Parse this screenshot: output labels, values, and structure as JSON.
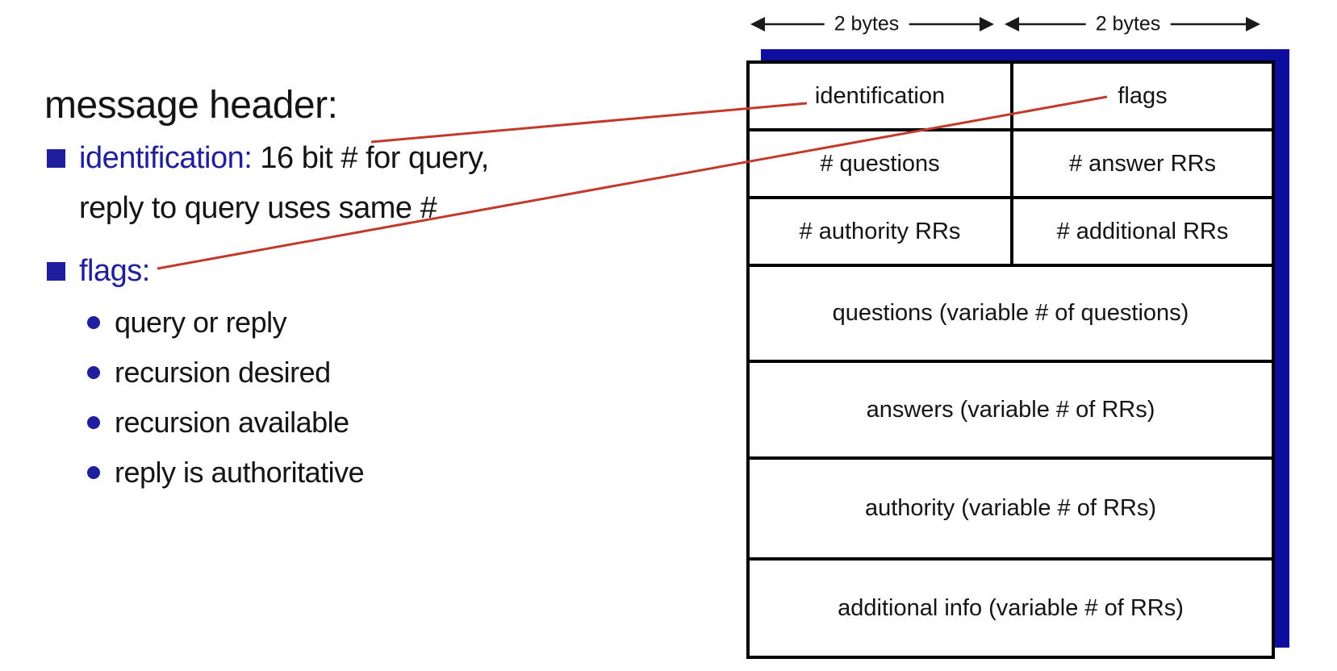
{
  "slide": {
    "title": "message header:",
    "bullets": {
      "identification": {
        "term": "identification:",
        "rest": " 16 bit # for query,",
        "continuation": "reply to query uses same #"
      },
      "flags": {
        "term": "flags:"
      }
    },
    "sub_bullets": [
      "query or reply",
      "recursion desired",
      "recursion available",
      "reply is authoritative"
    ]
  },
  "diagram": {
    "byte_labels": [
      "2 bytes",
      "2 bytes"
    ],
    "table": {
      "split_rows": [
        {
          "left": "identification",
          "right": "flags"
        },
        {
          "left": "# questions",
          "right": "# answer RRs"
        },
        {
          "left": "# authority RRs",
          "right": "# additional RRs"
        }
      ],
      "full_rows": [
        "questions (variable # of questions)",
        "answers (variable # of RRs)",
        "authority (variable # of RRs)",
        "additional info (variable # of RRs)"
      ]
    }
  },
  "colors": {
    "accent_blue": "#1e1e9e",
    "shadow_blue": "#0d0d9e",
    "callout_red": "#c13a2b",
    "text_black": "#141414"
  }
}
